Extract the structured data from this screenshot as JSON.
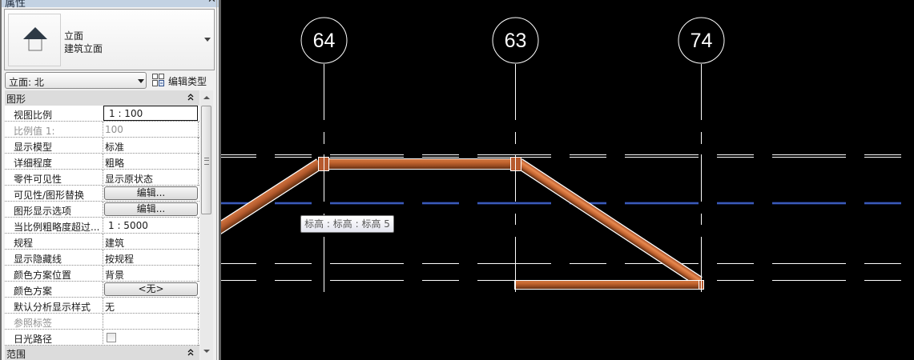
{
  "panel": {
    "title": "属性",
    "close_icon": "close-icon",
    "type_selector": {
      "family": "立面",
      "type": "建筑立面",
      "icon": "elevation-arrow-icon"
    },
    "instance_dropdown": {
      "value": "立面: 北"
    },
    "edit_type": {
      "label": "编辑类型",
      "icon": "edit-type-icon"
    },
    "sections": [
      {
        "title": "图形",
        "rows": [
          {
            "label": "视图比例",
            "value": "1 : 100",
            "kind": "input"
          },
          {
            "label": "比例值 1:",
            "value": "100",
            "disabled": true
          },
          {
            "label": "显示模型",
            "value": "标准"
          },
          {
            "label": "详细程度",
            "value": "粗略"
          },
          {
            "label": "零件可见性",
            "value": "显示原状态"
          },
          {
            "label": "可见性/图形替换",
            "value": "编辑...",
            "kind": "button"
          },
          {
            "label": "图形显示选项",
            "value": "编辑...",
            "kind": "button"
          },
          {
            "label": "当比例粗略度超过...",
            "value": "1 : 5000"
          },
          {
            "label": "规程",
            "value": "建筑"
          },
          {
            "label": "显示隐藏线",
            "value": "按规程"
          },
          {
            "label": "颜色方案位置",
            "value": "背景"
          },
          {
            "label": "颜色方案",
            "value": "<无>",
            "kind": "button"
          },
          {
            "label": "默认分析显示样式",
            "value": "无"
          },
          {
            "label": "参照标签",
            "value": "",
            "disabled": true
          },
          {
            "label": "日光路径",
            "checked": false,
            "kind": "checkbox"
          }
        ]
      },
      {
        "title": "范围"
      }
    ]
  },
  "canvas": {
    "grids": [
      {
        "label": "64"
      },
      {
        "label": "63"
      },
      {
        "label": "74"
      }
    ],
    "tooltip": "标高 : 标高 : 标高 5",
    "colors": {
      "background": "#000000",
      "pipe": "#b85c2e",
      "level_line_blue": "#4a70e0",
      "line": "#ffffff"
    }
  }
}
